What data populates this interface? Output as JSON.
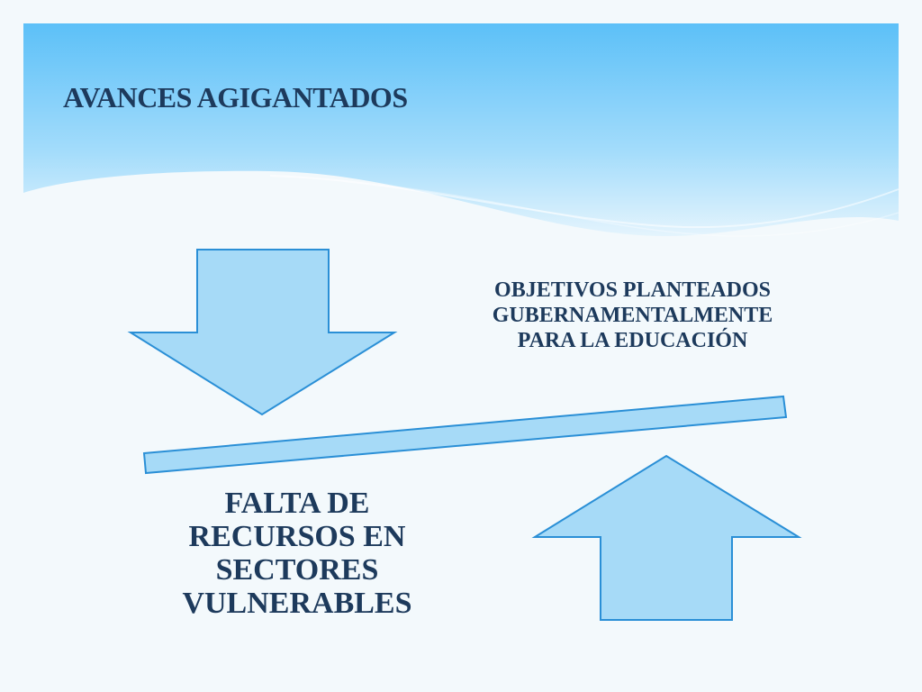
{
  "slide": {
    "title": "AVANCES AGIGANTADOS",
    "top_label": "OBJETIVOS PLANTEADOS\nGUBERNAMENTALMENTE\nPARA LA EDUCACIÓN",
    "bottom_label": "FALTA DE\nRECURSOS EN\nSECTORES\nVULNERABLES"
  },
  "colors": {
    "shape_fill": "#a6daf7",
    "shape_stroke": "#2a8fd6",
    "text": "#1d3a5c",
    "header_top": "#5cc0f8",
    "background": "#f3f9fc"
  }
}
